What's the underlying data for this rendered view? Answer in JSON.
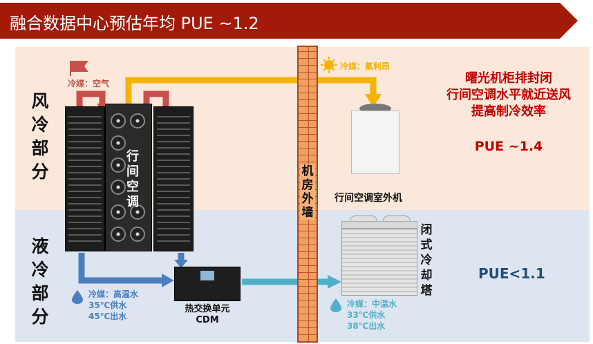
{
  "banner": {
    "title": "融合数据中心预估年均 PUE ~1.2"
  },
  "air_section": {
    "label": "风冷部分"
  },
  "liquid_section": {
    "label": "液冷部分"
  },
  "wall": {
    "label": "机房外墙"
  },
  "air": {
    "coolant_air": "冷媒：空气",
    "coolant_freon": "冷媒：氟利昂",
    "inrow_ac_label": "行间空调",
    "outdoor_unit_label": "行间空调室外机",
    "note": [
      "曙光机柜排封闭",
      "行间空调水平就近送风",
      "提高制冷效率"
    ],
    "pue": "PUE ~1.4"
  },
  "liquid": {
    "coolant_hot": [
      "冷媒：高温水",
      "35℃供水",
      "45℃出水"
    ],
    "cdm_label": [
      "热交换单元",
      "CDM"
    ],
    "coolant_mid": [
      "冷媒：中温水",
      "33℃供水",
      "38℃出水"
    ],
    "tower_label": "闭式冷却塔",
    "pue": "PUE<1.1"
  },
  "colors": {
    "banner": "#a31b08",
    "air_band": "#fce8da",
    "liquid_band": "#dde5f0",
    "hot_arrow": "#c8504a",
    "freon_arrow": "#f5b400",
    "water_arrow_dark": "#4a7ebf",
    "water_arrow_light": "#4fb0c6",
    "note_red": "#c00000",
    "pue_blue": "#1f4e79"
  },
  "icons": [
    "flag-icon",
    "sun-icon",
    "water-drop-icon"
  ]
}
